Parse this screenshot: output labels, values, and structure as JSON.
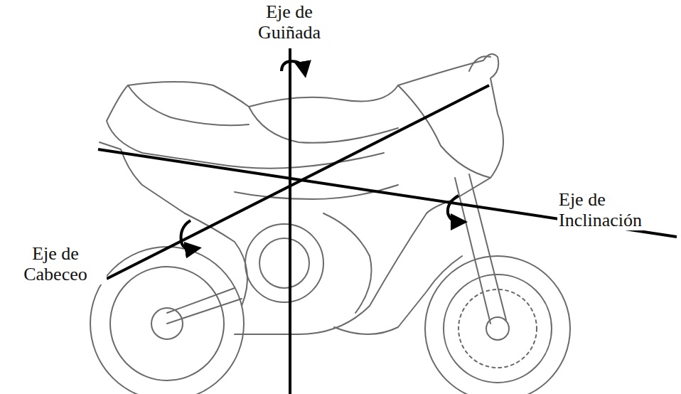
{
  "diagram": {
    "labels": [
      "Eje de Guiñada",
      "Eje de Inclinación",
      "Eje de Cabeceo"
    ]
  }
}
